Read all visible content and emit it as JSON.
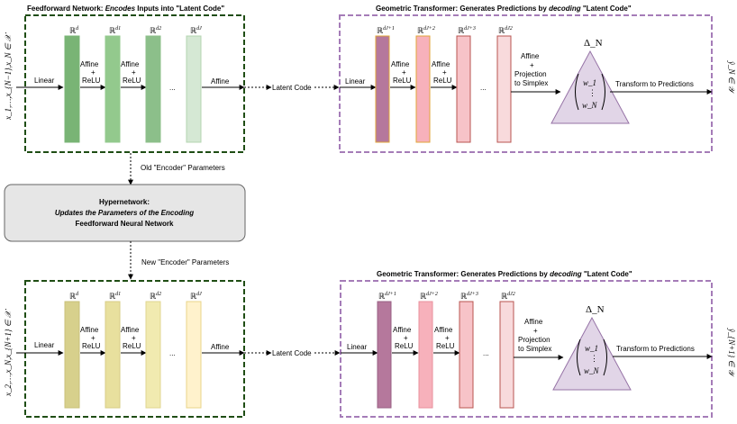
{
  "colors": {
    "green_border": "#1f4d14",
    "purple_border": "#a57cb8",
    "green_dark": "#79b475",
    "green_mid": "#93c98d",
    "green_mid2": "#8cbf8a",
    "green_light": "#d5e8d4",
    "yellow_dark": "#d7d08c",
    "yellow_mid": "#e8e09e",
    "yellow_mid2": "#f1eab0",
    "yellow_light": "#fff2cc",
    "purple_bar": "#b5789c",
    "pink_mid": "#f7b1bb",
    "pink_mid2": "#f7c3c8",
    "pink_light": "#f8dadc",
    "orange_stroke": "#e0a43a",
    "red_stroke": "#b85450",
    "simplex_fill": "#e1d5e7",
    "simplex_stroke": "#9673a6",
    "hyper_fill": "#e6e6e6",
    "hyper_stroke": "#666666"
  },
  "top": {
    "encoder_title_prefix": "Feedforward Network: ",
    "encoder_title_italic": "Encodes",
    "encoder_title_suffix": " Inputs into \"Latent Code\"",
    "transformer_title_prefix": "Geometric Transformer: Generates Predictions by ",
    "transformer_title_italic": "decoding",
    "transformer_title_suffix": "  \"Latent Code\"",
    "input_label": "x_1,…,x_{N−1},x_N ∈ 𝒳",
    "layer_dims": [
      "ℝ",
      "ℝ",
      "ℝ",
      "ℝ"
    ],
    "layer_sups": [
      "d",
      "d1",
      "d2",
      "dJ"
    ],
    "decoder_dims": [
      "ℝ",
      "ℝ",
      "ℝ",
      "ℝ"
    ],
    "decoder_sups": [
      "dJ+1",
      "dJ+2",
      "dJ+3",
      "dJ2"
    ],
    "output_label": "ŷ_N ∈ 𝒴"
  },
  "bottom": {
    "transformer_title_prefix": "Geometric Transformer: Generates Predictions by ",
    "transformer_title_italic": "decoding",
    "transformer_title_suffix": "  \"Latent Code\"",
    "input_label": "x_2,…,x_N,x_{N+1} ∈ 𝒳",
    "layer_dims": [
      "ℝ",
      "ℝ",
      "ℝ",
      "ℝ"
    ],
    "layer_sups": [
      "d",
      "d1",
      "d2",
      "dJ"
    ],
    "decoder_dims": [
      "ℝ",
      "ℝ",
      "ℝ",
      "ℝ"
    ],
    "decoder_sups": [
      "dJ+1",
      "dJ+2",
      "dJ+3",
      "dJ2"
    ],
    "output_label": "ŷ_{N+1} ∈ 𝒴"
  },
  "labels": {
    "linear": "Linear",
    "affine_relu": [
      "Affine",
      "+",
      "ReLU"
    ],
    "ellipsis": "...",
    "affine": "Affine",
    "latent_code": "Latent Code",
    "affine_projection": [
      "Affine",
      "+",
      "Projection",
      "to Simplex"
    ],
    "simplex_label": "Δ_N",
    "simplex_vector": [
      "w_1",
      "⋮",
      "w_N"
    ],
    "transform_to_predictions": "Transform to Predictions"
  },
  "hypernetwork": {
    "title": "Hypernetwork:",
    "line2": "Updates the Parameters of the Encoding",
    "line3": "Feedforward Neural Network",
    "old_params": "Old \"Encoder\" Parameters",
    "new_params": "New \"Encoder\" Parameters"
  }
}
